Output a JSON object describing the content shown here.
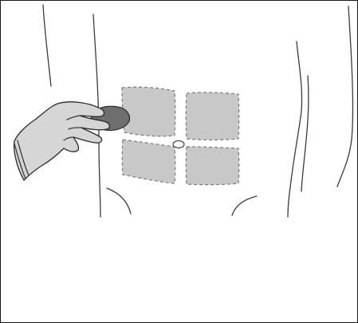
{
  "illustration": {
    "colors": {
      "outline": "#3a3a3a",
      "pad_fill": "#c8c8c8",
      "pad_border": "#7a7a7a",
      "glove_fill": "#d6d6d6",
      "cloth_fill": "#6e6e6e"
    },
    "elements": [
      "torso-outline",
      "electrode-pad-top-left",
      "electrode-pad-top-right",
      "electrode-pad-bottom-left",
      "electrode-pad-bottom-right",
      "navel",
      "gloved-hand",
      "cleaning-cloth"
    ]
  }
}
